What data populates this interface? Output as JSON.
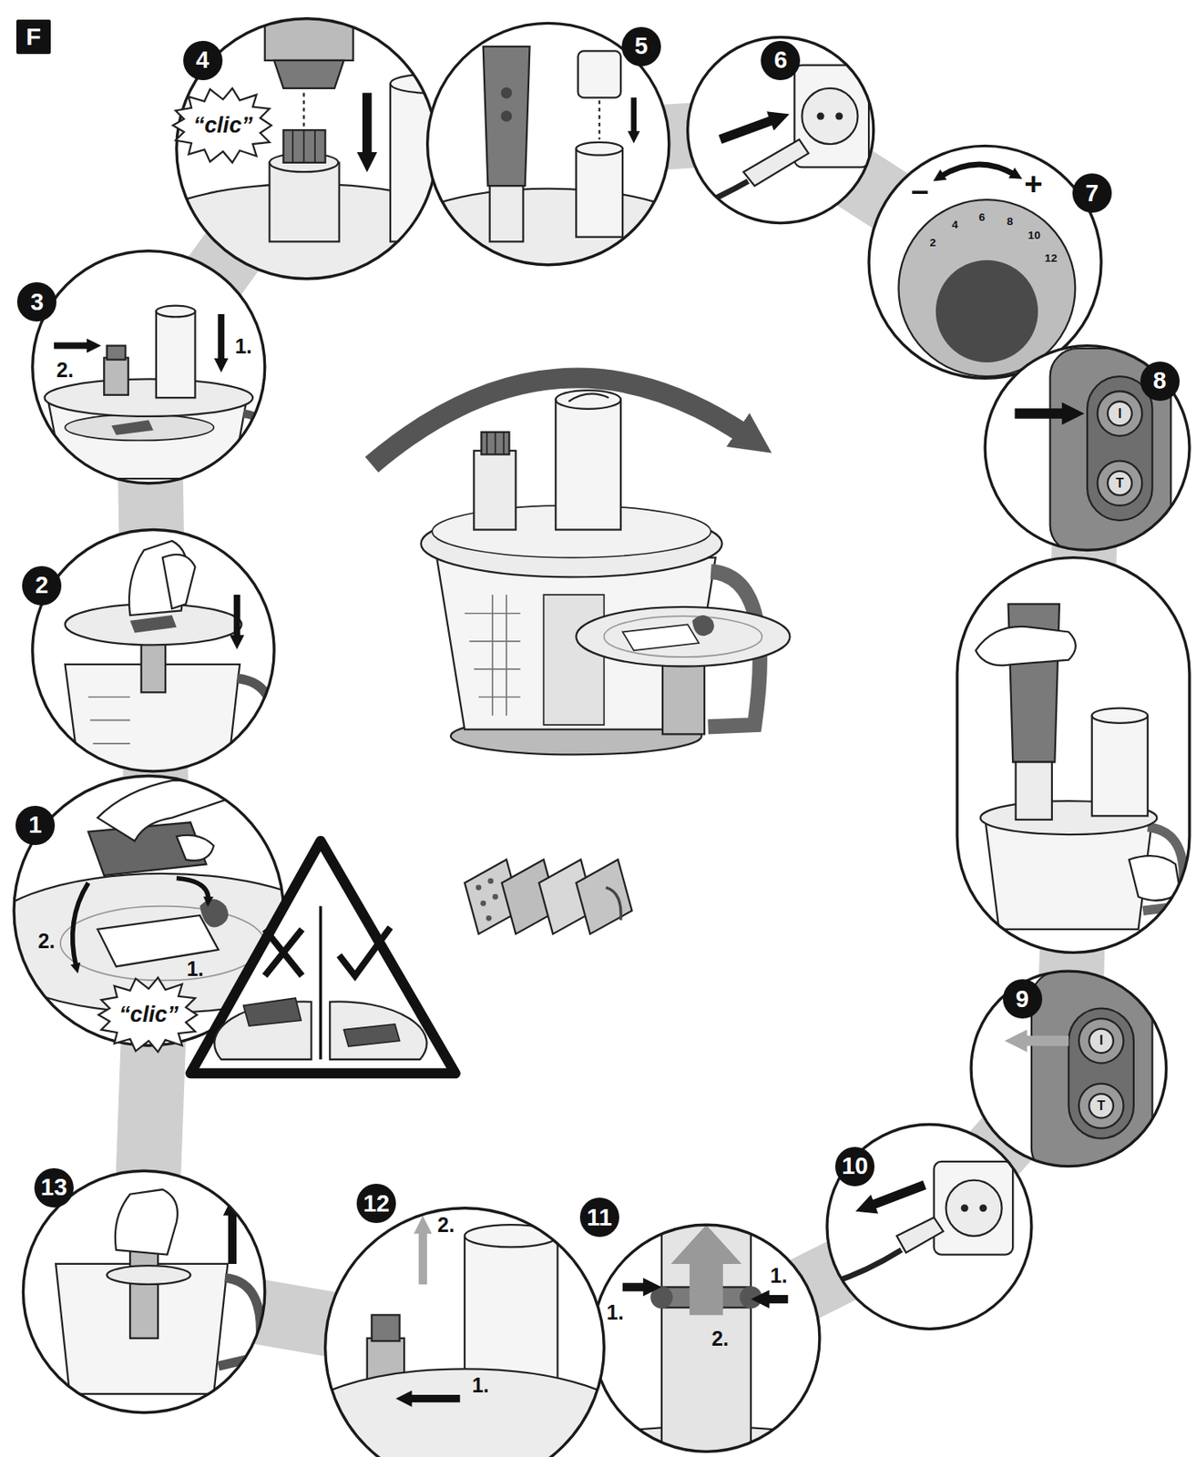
{
  "diagram": {
    "nodes": [
      {
        "text": [
          "F"
        ]
      },
      {
        "text": [
          "1"
        ]
      },
      {
        "text": [
          "2"
        ]
      },
      {
        "text": [
          "3"
        ]
      },
      {
        "text": [
          "4"
        ]
      },
      {
        "text": [
          "5"
        ]
      },
      {
        "text": [
          "6"
        ]
      },
      {
        "text": [
          "7"
        ]
      },
      {
        "text": [
          "8"
        ]
      },
      {
        "text": [
          "9"
        ]
      },
      {
        "text": [
          "10"
        ]
      },
      {
        "text": [
          "11"
        ]
      },
      {
        "text": [
          "12"
        ]
      },
      {
        "text": [
          "13"
        ]
      }
    ],
    "labels": [
      "“clic”",
      "1.",
      "2.",
      "–",
      "+",
      "2",
      "4",
      "6",
      "8",
      "10",
      "12",
      "I",
      "T",
      "2.",
      "1.",
      "“clic”",
      "I",
      "T",
      "1.",
      "1.",
      "2.",
      "2.",
      "1."
    ]
  }
}
